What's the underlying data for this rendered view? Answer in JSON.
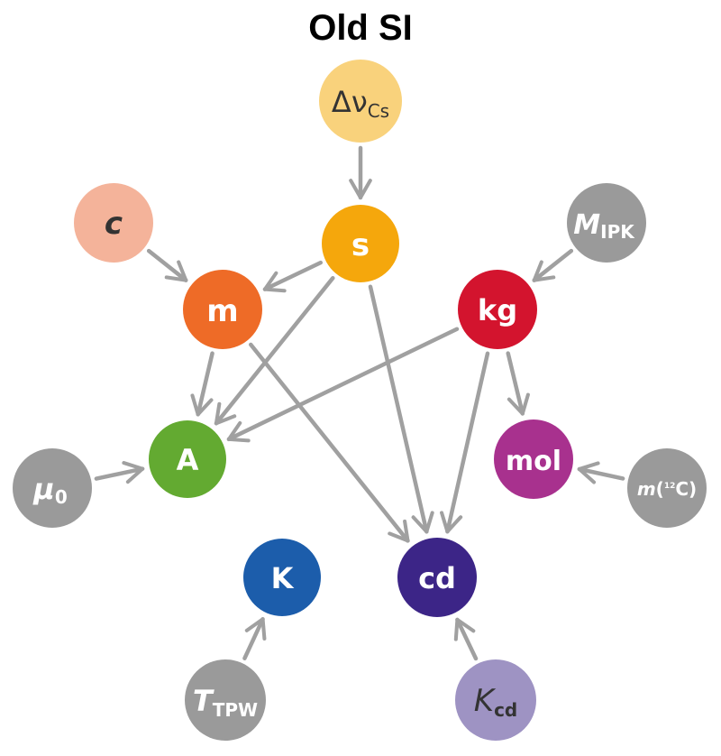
{
  "title": "Old SI",
  "colors": {
    "arrow": "#a0a0a0",
    "dnu_cs": "#f9d27c",
    "c": "#f4b39a",
    "s": "#f5a70c",
    "m": "#ee6b27",
    "kg": "#d3142e",
    "A": "#63aa31",
    "mol": "#a8318e",
    "K": "#1c5dab",
    "cd": "#3c2587",
    "constant_gray": "#9a9a9a",
    "K_cd": "#9e93c3"
  },
  "nodes": {
    "dnu_cs": {
      "symbol": "Δν",
      "subscript": "Cs"
    },
    "c": {
      "symbol": "c"
    },
    "s": {
      "label": "s"
    },
    "m": {
      "label": "m"
    },
    "kg": {
      "label": "kg"
    },
    "M_IPK": {
      "symbol": "M",
      "subscript": "IPK"
    },
    "A": {
      "label": "A"
    },
    "mol": {
      "label": "mol"
    },
    "mu0": {
      "symbol": "μ",
      "subscript": "0"
    },
    "m12C": {
      "symbol": "m",
      "open": "(",
      "superscript": "12",
      "element": "C",
      "close": ")"
    },
    "K": {
      "label": "K"
    },
    "cd": {
      "label": "cd"
    },
    "T_TPW": {
      "symbol": "T",
      "subscript": "TPW"
    },
    "K_cd": {
      "symbol": "K",
      "subscript": "cd"
    }
  },
  "edges": [
    {
      "from": "dnu_cs",
      "to": "s"
    },
    {
      "from": "c",
      "to": "m"
    },
    {
      "from": "s",
      "to": "m"
    },
    {
      "from": "s",
      "to": "A"
    },
    {
      "from": "s",
      "to": "cd"
    },
    {
      "from": "M_IPK",
      "to": "kg"
    },
    {
      "from": "m",
      "to": "A"
    },
    {
      "from": "m",
      "to": "cd"
    },
    {
      "from": "kg",
      "to": "A"
    },
    {
      "from": "kg",
      "to": "cd"
    },
    {
      "from": "kg",
      "to": "mol"
    },
    {
      "from": "mu0",
      "to": "A"
    },
    {
      "from": "m12C",
      "to": "mol"
    },
    {
      "from": "T_TPW",
      "to": "K"
    },
    {
      "from": "K_cd",
      "to": "cd"
    }
  ]
}
